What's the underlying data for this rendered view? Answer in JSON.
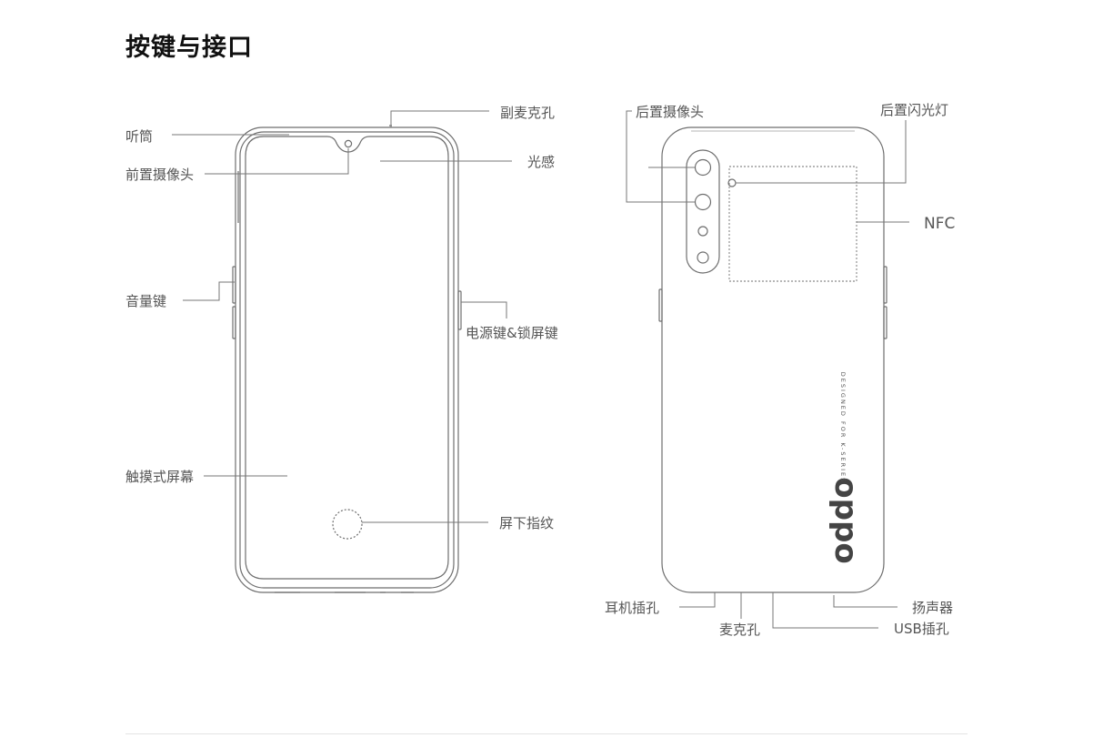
{
  "page": {
    "title": "按键与接口"
  },
  "front_labels": {
    "earpiece": "听筒",
    "front_camera": "前置摄像头",
    "volume_key": "音量键",
    "touch_screen": "触摸式屏幕",
    "secondary_mic": "副麦克孔",
    "light_sensor": "光感",
    "power_key": "电源键&锁屏键",
    "fingerprint": "屏下指纹"
  },
  "back_labels": {
    "rear_camera": "后置摄像头",
    "rear_flash": "后置闪光灯",
    "nfc": "NFC",
    "headphone_jack": "耳机插孔",
    "mic_hole": "麦克孔",
    "speaker": "扬声器",
    "usb_port": "USB插孔"
  },
  "device_print": {
    "brand": "oppo",
    "tagline": "DESIGNED FOR K-SERIES"
  },
  "colors": {
    "line": "#6e6e6e",
    "label": "#555555",
    "title": "#111111"
  }
}
